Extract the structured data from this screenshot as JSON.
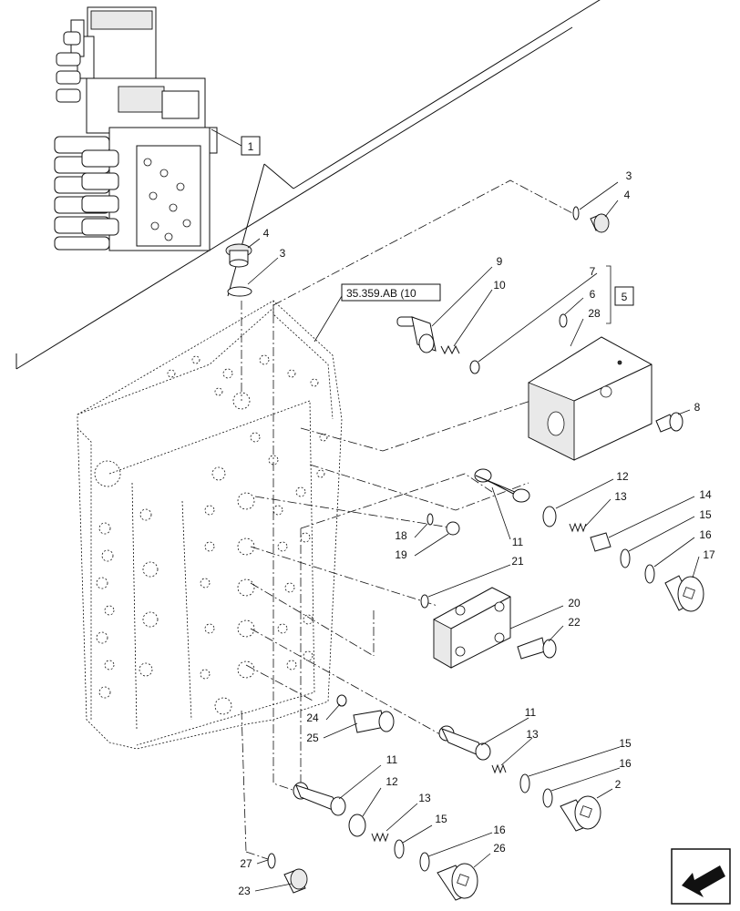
{
  "reference": {
    "code": "35.359.AB (10",
    "box_1": "1",
    "box_5": "5"
  },
  "callouts": [
    {
      "id": "c3a",
      "label": "3"
    },
    {
      "id": "c4a",
      "label": "4"
    },
    {
      "id": "c4b",
      "label": "4"
    },
    {
      "id": "c3b",
      "label": "3"
    },
    {
      "id": "c9",
      "label": "9"
    },
    {
      "id": "c10",
      "label": "10"
    },
    {
      "id": "c7",
      "label": "7"
    },
    {
      "id": "c6",
      "label": "6"
    },
    {
      "id": "c28",
      "label": "28"
    },
    {
      "id": "c8",
      "label": "8"
    },
    {
      "id": "c12a",
      "label": "12"
    },
    {
      "id": "c13a",
      "label": "13"
    },
    {
      "id": "c14",
      "label": "14"
    },
    {
      "id": "c15a",
      "label": "15"
    },
    {
      "id": "c16a",
      "label": "16"
    },
    {
      "id": "c17",
      "label": "17"
    },
    {
      "id": "c11a",
      "label": "11"
    },
    {
      "id": "c18",
      "label": "18"
    },
    {
      "id": "c19",
      "label": "19"
    },
    {
      "id": "c21",
      "label": "21"
    },
    {
      "id": "c20",
      "label": "20"
    },
    {
      "id": "c22",
      "label": "22"
    },
    {
      "id": "c24",
      "label": "24"
    },
    {
      "id": "c25",
      "label": "25"
    },
    {
      "id": "c11b",
      "label": "11"
    },
    {
      "id": "c13b",
      "label": "13"
    },
    {
      "id": "c15b",
      "label": "15"
    },
    {
      "id": "c16b",
      "label": "16"
    },
    {
      "id": "c2",
      "label": "2"
    },
    {
      "id": "c11c",
      "label": "11"
    },
    {
      "id": "c12b",
      "label": "12"
    },
    {
      "id": "c13c",
      "label": "13"
    },
    {
      "id": "c15c",
      "label": "15"
    },
    {
      "id": "c16c",
      "label": "16"
    },
    {
      "id": "c26",
      "label": "26"
    },
    {
      "id": "c27",
      "label": "27"
    },
    {
      "id": "c23",
      "label": "23"
    }
  ],
  "icons": {
    "navigation": "arrow-left-icon"
  }
}
